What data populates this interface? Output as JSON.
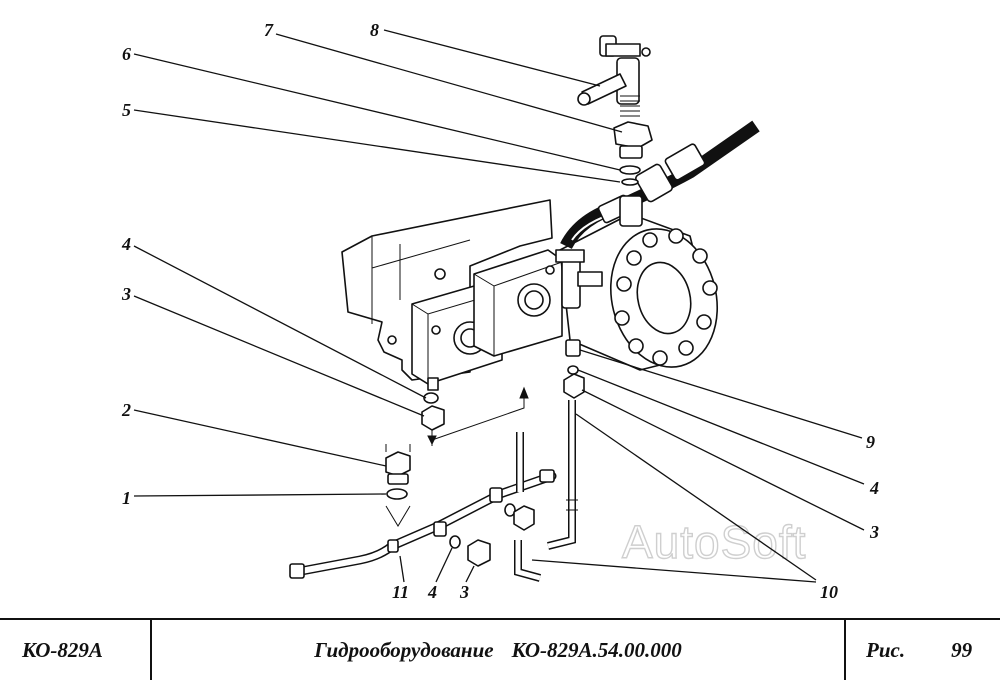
{
  "title_block": {
    "model": "КО-829А",
    "description": "Гидрооборудование",
    "drawing_code": "КО-829А.54.00.000",
    "figure_label": "Рис.",
    "figure_number": "99"
  },
  "watermark": "AutoSoft",
  "callouts": [
    "1",
    "2",
    "3",
    "4",
    "5",
    "6",
    "7",
    "8",
    "9",
    "4",
    "3",
    "10",
    "11",
    "4",
    "3"
  ]
}
